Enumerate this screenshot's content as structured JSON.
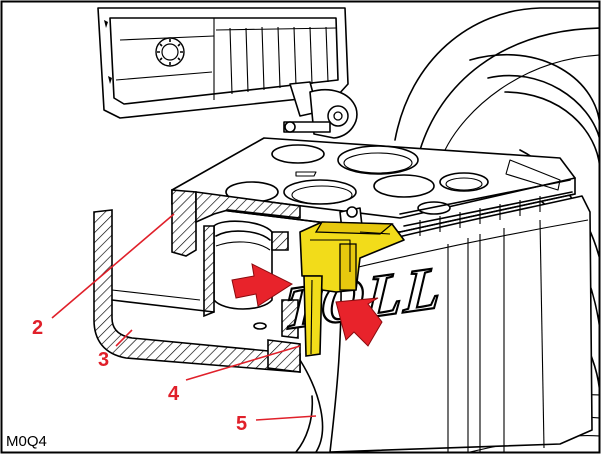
{
  "diagram": {
    "reference_code": "M0Q4",
    "logo_text": "TOLL",
    "callouts": [
      {
        "id": "2",
        "label": "2"
      },
      {
        "id": "3",
        "label": "3"
      },
      {
        "id": "4",
        "label": "4"
      },
      {
        "id": "5",
        "label": "5"
      }
    ],
    "colors": {
      "callout": "#e0202a",
      "highlight_part": "#f2dc1a",
      "arrow": "#e8232b",
      "hatch": "#000000"
    }
  }
}
